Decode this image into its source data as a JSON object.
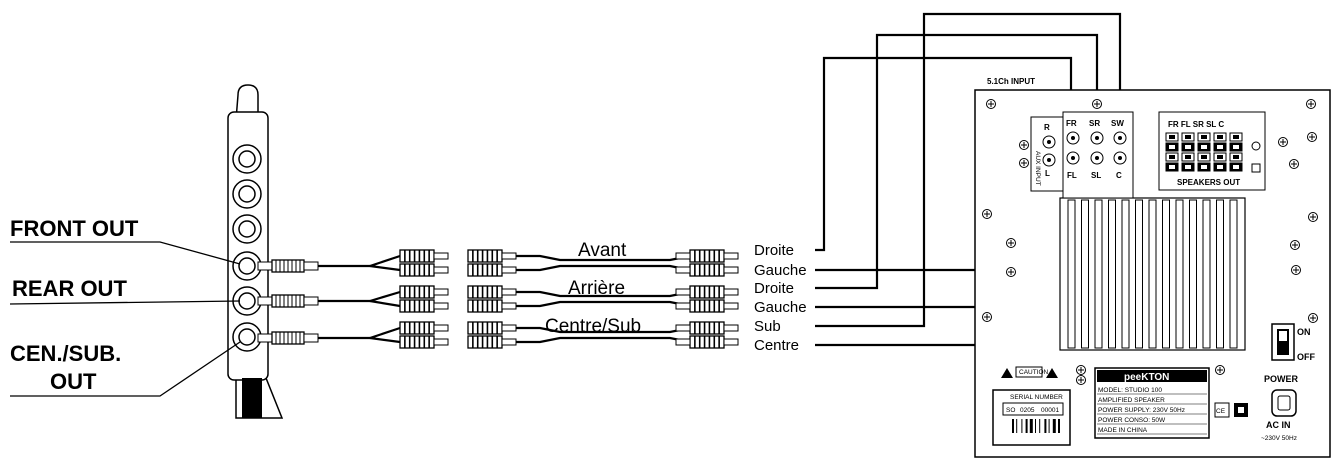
{
  "soundcard": {
    "outputs": [
      {
        "label_lines": [
          "FRONT OUT"
        ]
      },
      {
        "label_lines": [
          "REAR OUT"
        ]
      },
      {
        "label_lines": [
          "CEN./SUB.",
          "OUT"
        ]
      }
    ]
  },
  "cables": [
    {
      "label": "Avant",
      "ends": [
        "Droite",
        "Gauche"
      ]
    },
    {
      "label": "Arrière",
      "ends": [
        "Droite",
        "Gauche"
      ]
    },
    {
      "label": "Centre/Sub",
      "ends": [
        "Sub",
        "Centre"
      ]
    }
  ],
  "subwoofer": {
    "input_title": "5.1Ch INPUT",
    "aux_jacks": [
      "R",
      "L"
    ],
    "aux_label": "AUX INPUT",
    "input_jacks_top": [
      "FR",
      "SR",
      "SW"
    ],
    "input_jacks_bottom": [
      "FL",
      "SL",
      "C"
    ],
    "speakers_out_header": "FR FL  SR SL  C",
    "speakers_out_label": "SPEAKERS OUT",
    "switch_on": "ON",
    "switch_off": "OFF",
    "power_label": "POWER",
    "ac_in_label": "AC IN",
    "ac_in_spec": "~230V 50Hz",
    "caution_label": "CAUTION",
    "serial_label": "SERIAL NUMBER",
    "serial_parts": [
      "SO",
      "0205",
      "00001"
    ],
    "ce_mark": "CE",
    "brand": "peeKTON",
    "nameplate_lines": [
      "MODEL: STUDIO 100",
      "AMPLIFIED SPEAKER",
      "POWER SUPPLY: 230V 50Hz",
      "POWER CONSO: 50W",
      "MADE IN CHINA"
    ]
  }
}
